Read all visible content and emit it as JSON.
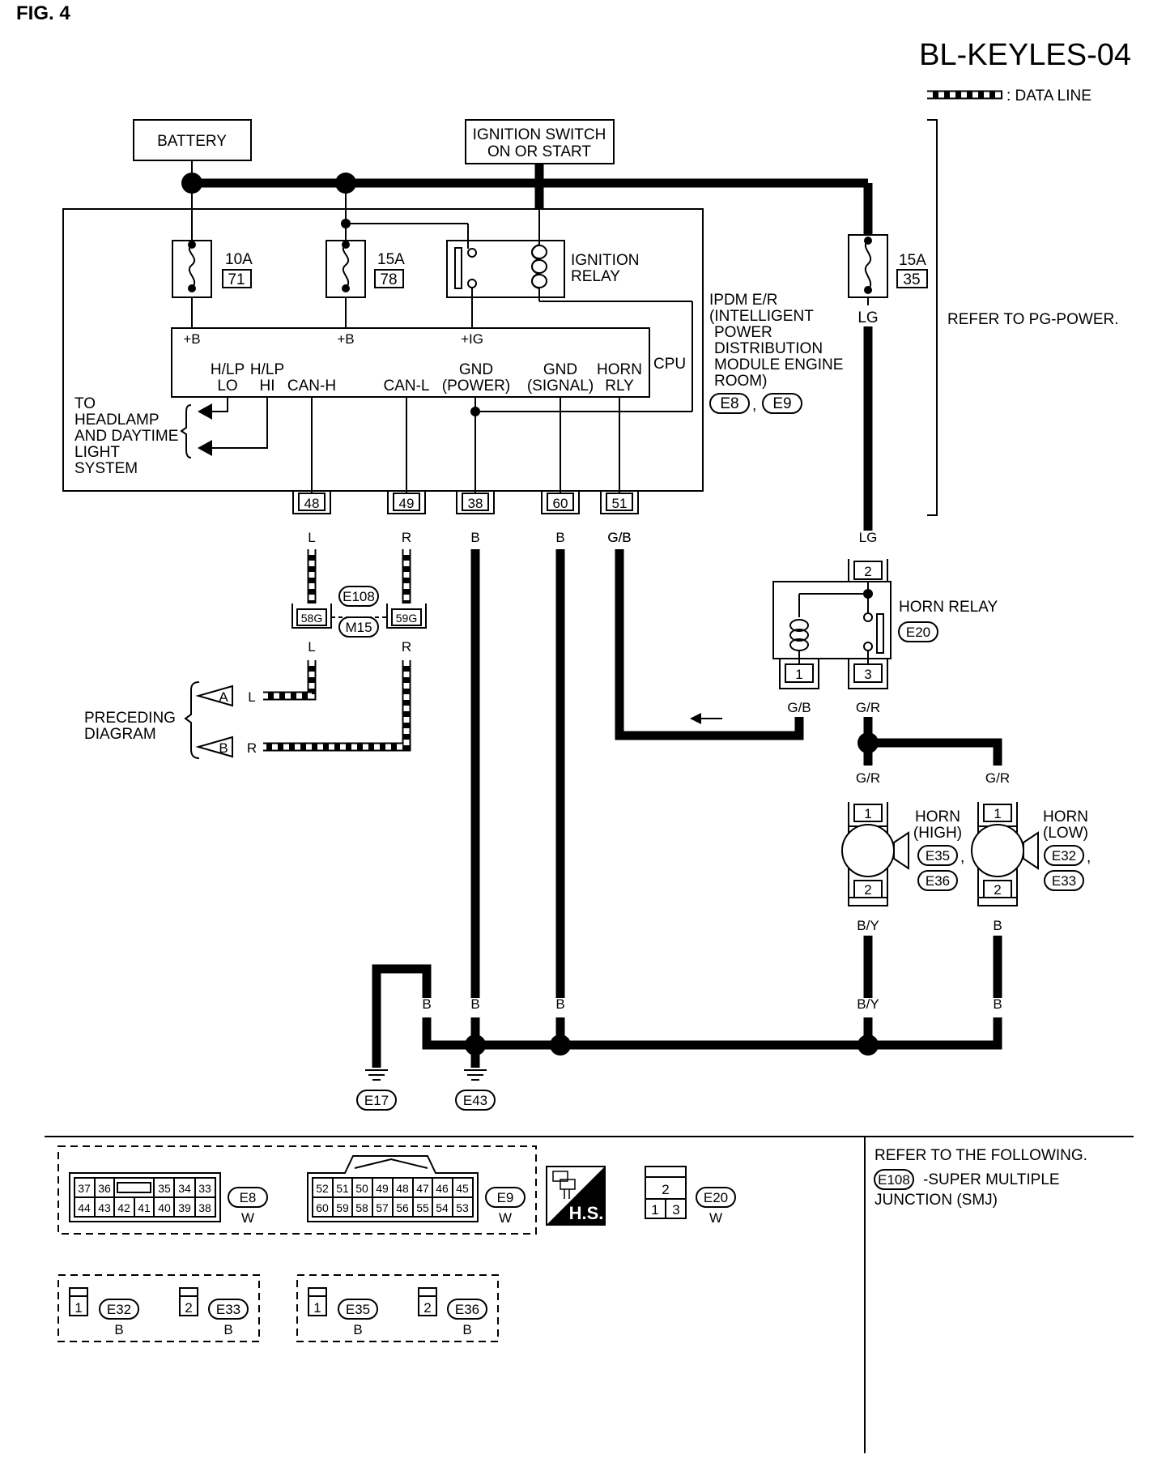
{
  "figure_label": "FIG. 4",
  "diagram_id": "BL-KEYLES-04",
  "legend": {
    "data_line": ": DATA LINE"
  },
  "battery": "BATTERY",
  "ignition_switch": [
    "IGNITION SWITCH",
    "ON OR START"
  ],
  "fuses": [
    {
      "amps": "10A",
      "number": "71"
    },
    {
      "amps": "15A",
      "number": "78"
    },
    {
      "amps": "15A",
      "number": "35"
    }
  ],
  "ignition_relay": [
    "IGNITION",
    "RELAY"
  ],
  "refer_pg_power": "REFER TO PG-POWER.",
  "ipdm": {
    "lines": [
      "IPDM E/R",
      "(INTELLIGENT",
      "POWER",
      "DISTRIBUTION",
      "MODULE ENGINE",
      "ROOM)"
    ],
    "connectors": [
      "E8",
      "E9"
    ],
    "comma": ","
  },
  "cpu": {
    "label": "CPU",
    "inputs": [
      "+B",
      "+B",
      "+IG"
    ],
    "outputs": {
      "hlp_lo": [
        "H/LP",
        "LO"
      ],
      "hlp_hi": [
        "H/LP",
        "HI"
      ],
      "can_h": "CAN-H",
      "can_l": "CAN-L",
      "gnd_power": [
        "GND",
        "(POWER)"
      ],
      "gnd_signal": [
        "GND",
        "(SIGNAL)"
      ],
      "horn_rly": [
        "HORN",
        "RLY"
      ]
    }
  },
  "headlamp_note": [
    "TO",
    "HEADLAMP",
    "AND DAYTIME",
    "LIGHT",
    "SYSTEM"
  ],
  "terminals": [
    "48",
    "49",
    "38",
    "60",
    "51"
  ],
  "wire_colors": {
    "l": "L",
    "r": "R",
    "b": "B",
    "gb": "G/B",
    "lg": "LG",
    "gr": "G/R",
    "by": "B/Y"
  },
  "smj": {
    "pins": [
      "58G",
      "59G"
    ],
    "connectors": [
      "E108",
      "M15"
    ]
  },
  "preceding": {
    "lines": [
      "PRECEDING",
      "DIAGRAM"
    ],
    "markers": [
      "A",
      "B"
    ]
  },
  "horn_relay": {
    "label": "HORN RELAY",
    "connector": "E20",
    "pins": [
      "2",
      "1",
      "3"
    ]
  },
  "horn_high": {
    "lines": [
      "HORN",
      "(HIGH)"
    ],
    "connectors": [
      "E35",
      "E36"
    ],
    "pins": [
      "1",
      "2"
    ]
  },
  "horn_low": {
    "lines": [
      "HORN",
      "(LOW)"
    ],
    "connectors": [
      "E32",
      "E33"
    ],
    "pins": [
      "1",
      "2"
    ]
  },
  "grounds": [
    "E17",
    "E43"
  ],
  "refer_following": [
    "REFER TO THE FOLLOWING.",
    "-SUPER MULTIPLE",
    "JUNCTION (SMJ)"
  ],
  "refer_following_connector": "E108",
  "connector_views": {
    "e8": {
      "id": "E8",
      "color": "W",
      "row1": [
        "37",
        "36",
        "35",
        "34",
        "33"
      ],
      "row2": [
        "44",
        "43",
        "42",
        "41",
        "40",
        "39",
        "38"
      ]
    },
    "e9": {
      "id": "E9",
      "color": "W",
      "row1": [
        "52",
        "51",
        "50",
        "49",
        "48",
        "47",
        "46",
        "45"
      ],
      "row2": [
        "60",
        "59",
        "58",
        "57",
        "56",
        "55",
        "54",
        "53"
      ]
    },
    "hs": "H.S.",
    "e20": {
      "id": "E20",
      "color": "W",
      "pins": [
        "2",
        "1",
        "3"
      ]
    },
    "e32": {
      "id": "E32",
      "color": "B",
      "pin": "1"
    },
    "e33": {
      "id": "E33",
      "color": "B",
      "pin": "2"
    },
    "e35": {
      "id": "E35",
      "color": "B",
      "pin": "1"
    },
    "e36": {
      "id": "E36",
      "color": "B",
      "pin": "2"
    }
  }
}
